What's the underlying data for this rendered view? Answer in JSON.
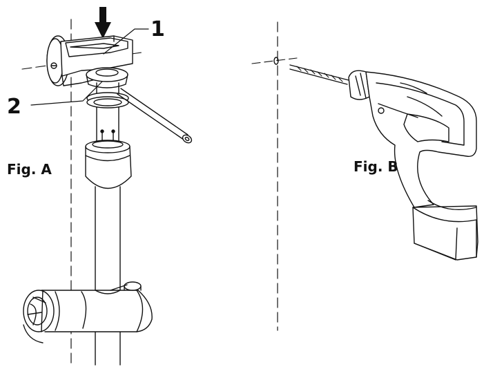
{
  "labels": {
    "callout_1": "1",
    "callout_2": "2",
    "fig_a": "Fig. A",
    "fig_b": "Fig. B"
  },
  "colors": {
    "ink": "#111111",
    "background": "#ffffff"
  }
}
